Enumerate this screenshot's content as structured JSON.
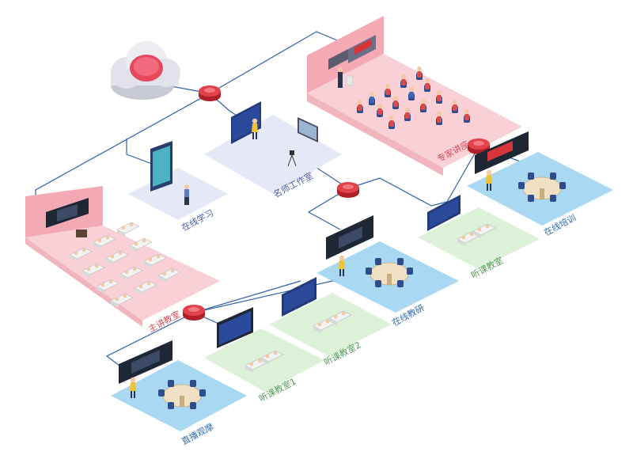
{
  "colors": {
    "line": "#2f5fa8",
    "pink_floor": "#f9d0d5",
    "pink_wall": "#f4aab4",
    "pink_text": "#d84a5a",
    "lavender_floor": "#e4e8f7",
    "lavender_text": "#4a5ba8",
    "blue_floor": "#a9d9f2",
    "blue_text": "#2f6fb0",
    "green_floor": "#ddf1d8",
    "green_text": "#4e9a52",
    "router": "#d8343c",
    "cloud": "#e8e8ee",
    "cloud_core": "#e8485c"
  },
  "icons": [
    "cloud-icon",
    "router-icon",
    "smartboard-icon",
    "tablet-icon",
    "camera-icon",
    "teacher-icon",
    "student-icon",
    "round-table-icon",
    "desk-icon"
  ],
  "labels": {
    "expert_lecture": "专家讲座",
    "famous_teacher_studio": "名师工作室",
    "online_learning": "在线学习",
    "main_classroom": "主讲教室",
    "online_training": "在线培训",
    "listening_classroom": "听课教室",
    "online_teaching_research": "在线教研",
    "listening_classroom_2": "听课教室2",
    "listening_classroom_1": "听课教室1",
    "live_observation": "直播观摩"
  }
}
